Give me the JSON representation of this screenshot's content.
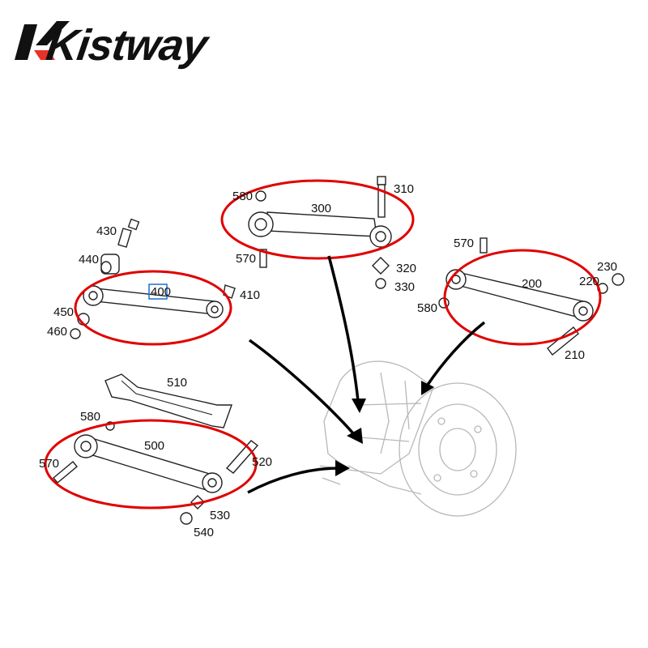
{
  "brand": {
    "name": "Kistway",
    "primary_color": "#111111",
    "accent_color": "#e8312a"
  },
  "highlight_color": "#e00000",
  "selection_color": "#1a6fd6",
  "parts": [
    {
      "id": "p430",
      "label": "430"
    },
    {
      "id": "p440",
      "label": "440"
    },
    {
      "id": "p400",
      "label": "400"
    },
    {
      "id": "p410",
      "label": "410"
    },
    {
      "id": "p450",
      "label": "450"
    },
    {
      "id": "p460",
      "label": "460"
    },
    {
      "id": "p580a",
      "label": "580"
    },
    {
      "id": "p310",
      "label": "310"
    },
    {
      "id": "p300",
      "label": "300"
    },
    {
      "id": "p570a",
      "label": "570"
    },
    {
      "id": "p320",
      "label": "320"
    },
    {
      "id": "p330",
      "label": "330"
    },
    {
      "id": "p570b",
      "label": "570"
    },
    {
      "id": "p230",
      "label": "230"
    },
    {
      "id": "p200",
      "label": "200"
    },
    {
      "id": "p220",
      "label": "220"
    },
    {
      "id": "p580b",
      "label": "580"
    },
    {
      "id": "p210",
      "label": "210"
    },
    {
      "id": "p510",
      "label": "510"
    },
    {
      "id": "p580c",
      "label": "580"
    },
    {
      "id": "p500",
      "label": "500"
    },
    {
      "id": "p570c",
      "label": "570"
    },
    {
      "id": "p520",
      "label": "520"
    },
    {
      "id": "p530",
      "label": "530"
    },
    {
      "id": "p540",
      "label": "540"
    }
  ]
}
